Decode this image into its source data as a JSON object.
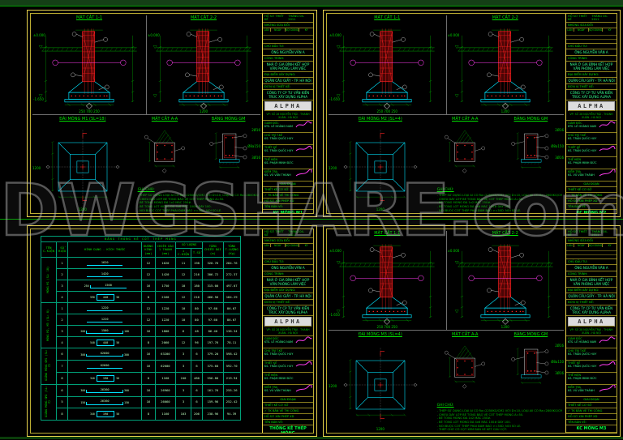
{
  "watermark": "DWGSHARE.com",
  "labels": {
    "section1": "MẶT CẮT 1-1",
    "section2": "MẶT CẮT 2-2",
    "detailA": "MẶT CẮT A-A",
    "detailB": "BẢNG MÓNG GM",
    "notes_title": "GHI CHÚ:",
    "notes": [
      "THÉP SỬ DỤNG LOẠI AI CÓ Ra=2250KG/CM2 VỚI D<10, LOẠI AII CÓ Ra=2800KG/CM2 VỚI D>=10.",
      "CHIỀU DÀY LỚP BÊ TÔNG BẢO VỆ CỐT THÉP MÓNG A=50.",
      "BÊ TÔNG MÓNG ĐÁ 1x2 MÁC 250#.",
      "BÊ TÔNG LÓT MÓNG ĐÁ 4x6 MÁC 100# DÀY 100.",
      "NỐI BUỘC CỐT THÉP PHẢI ĐẢM BẢO >=30D, NỐI SO LE.",
      "THÉP CHỜ CỔ CỘT XEM BẢN VẼ KẾT CẤU CỘT.",
      "KÍCH THƯỚC CHƯA GHI XEM BẢN VẼ KIẾN TRÚC.",
      "CAO ĐỘ ĐÁY MÓNG CÓ THỂ THAY ĐỔI THEO ĐỊA CHẤT THỰC TẾ."
    ],
    "lvl_top": "±0.000",
    "lvl_bot": "-1.650",
    "dim_b": "250 700 250",
    "dim_o": "1200",
    "plan_dim": "1200",
    "plan_dim_side": "1200",
    "bar_top": "2Ø16",
    "bar_stirrup": "Ø8a150",
    "bar_bot": "3Ø16"
  },
  "sheets": {
    "tl": {
      "plan_title": "ĐÀI MÓNG M1 (SL=18)",
      "drawing_name": "KC MÓNG M1",
      "scale": "TỶ LỆ: 1/25",
      "sheet_no": "KC-02"
    },
    "tr": {
      "plan_title": "ĐÀI MÓNG M2 (SL=4)",
      "drawing_name": "KC MÓNG M2",
      "scale": "TỶ LỆ: 1/25",
      "sheet_no": "KC-03"
    },
    "br": {
      "plan_title": "ĐÀI MÓNG M3 (SL=4)",
      "drawing_name": "KC MÓNG M3",
      "scale": "TỶ LỆ: 1/25",
      "sheet_no": "KC-04"
    },
    "bl": {
      "drawing_name": "THỐNG KÊ THÉP MÓNG",
      "scale": "TỶ LỆ: 1/20",
      "sheet_no": "KC-05"
    }
  },
  "titleblock": {
    "h_left": "HỒ SƠ THIẾT KẾ",
    "h_right": "THÁNG 04-2011",
    "rev_title": "NHỮNG SỬA ĐỔI",
    "rev_cols": [
      "LẦN",
      "NGÀY",
      "NỘI DUNG SỬA ĐỔI",
      "KÝ"
    ],
    "investor_label": "CHỦ ĐẦU TƯ:",
    "investor": "ÔNG NGUYỄN VĂN A",
    "project_label": "CÔNG TRÌNH:",
    "project": "NHÀ Ở GIA ĐÌNH KẾT HỢP VĂN PHÒNG LÀM VIỆC",
    "location_label": "ĐỊA ĐIỂM XÂY DỰNG:",
    "location": "QUẬN CẦU GIẤY - TP. HÀ NỘI",
    "consultant_label": "ĐƠN VỊ THIẾT KẾ:",
    "consultant": "CÔNG TY CP TƯ VẤN KIẾN TRÚC XÂY DỰNG ALPHA",
    "logo": "ALPHA",
    "address": "VP: SỐ 28 NGUYỄN TRÃI - THANH XUÂN - HÀ NỘI",
    "sigs": [
      {
        "role": "GIÁM ĐỐC",
        "name": "KTS. LÊ HOÀNG NAM"
      },
      {
        "role": "CHỦ TRÌ T.KẾ",
        "name": "KS. TRẦN QUỐC HUY"
      },
      {
        "role": "THIẾT KẾ",
        "name": "KS. TRẦN QUỐC HUY"
      },
      {
        "role": "THỂ HIỆN",
        "name": "KS. PHẠM MINH ĐỨC"
      },
      {
        "role": "KIỂM TRA",
        "name": "KS. VŨ VĂN THÀNH"
      }
    ],
    "stage_label": "GIAI ĐOẠN",
    "stages": [
      "THIẾT KẾ CƠ SỞ",
      "✓ TK BẢN VẼ THI CÔNG",
      "HỒ SƠ XIN PHÉP XD"
    ],
    "name_label": "TÊN BẢN VẼ:"
  },
  "table": {
    "title": "BẢNG THỐNG KÊ CỐT THÉP MÓNG",
    "cols": {
      "name": "TÊN\nC.KIỆN",
      "no": "SỐ\nHIỆU",
      "shape": "HÌNH DẠNG - KÍCH THƯỚC",
      "dia": "ĐƯỜNG\nKÍNH\n(mm)",
      "len": "CHIỀU DÀI\n1 THANH\n(mm)",
      "qty": "SỐ LƯỢNG",
      "q1": "1\nC.KIỆN",
      "qt": "T.SỐ",
      "tlen": "TỔNG\nCHIỀU DÀI\n(m)",
      "twgt": "TỔNG\nT.LƯỢNG\n(Kg)"
    },
    "groups": [
      {
        "label": "MÓNG M1 (SL: 18)",
        "rows": [
          {
            "no": "1",
            "kind": "line",
            "s1": "",
            "s2": "1620",
            "s3": "",
            "d": "12",
            "len": "1620",
            "q1": "11",
            "qt": "198",
            "tl": "320.76",
            "tw": "284.76"
          },
          {
            "no": "2",
            "kind": "line",
            "s1": "",
            "s2": "1420",
            "s3": "",
            "d": "12",
            "len": "1420",
            "q1": "12",
            "qt": "216",
            "tl": "306.72",
            "tw": "272.37"
          },
          {
            "no": "3",
            "kind": "line",
            "s1": "250",
            "s2": "1500",
            "s3": "",
            "d": "16",
            "len": "1750",
            "q1": "10",
            "qt": "180",
            "tl": "315.00",
            "tw": "497.07"
          },
          {
            "no": "4",
            "kind": "rect",
            "s1": "590",
            "s2": "440",
            "s3": "50",
            "d": "8",
            "len": "2160",
            "q1": "12",
            "qt": "216",
            "tl": "466.56",
            "tw": "184.29"
          }
        ]
      },
      {
        "label": "MÓNG M2, M3 (SL: 8)",
        "rows": [
          {
            "no": "1",
            "kind": "line",
            "s1": "",
            "s2": "1220",
            "s3": "",
            "d": "12",
            "len": "1220",
            "q1": "10",
            "qt": "80",
            "tl": "97.60",
            "tw": "86.67"
          },
          {
            "no": "2",
            "kind": "line",
            "s1": "",
            "s2": "1220",
            "s3": "",
            "d": "12",
            "len": "1220",
            "q1": "10",
            "qt": "80",
            "tl": "97.60",
            "tw": "86.67"
          },
          {
            "no": "3",
            "kind": "line",
            "s1": "200",
            "s2": "1500",
            "s3": "100",
            "d": "16",
            "len": "1800",
            "q1": "6",
            "qt": "48",
            "tl": "86.40",
            "tw": "136.34"
          },
          {
            "no": "4",
            "kind": "rect",
            "s1": "540",
            "s2": "440",
            "s3": "50",
            "d": "8",
            "len": "2060",
            "q1": "12",
            "qt": "96",
            "tl": "197.76",
            "tw": "78.11"
          }
        ]
      },
      {
        "label": "GIẰNG MÓNG GM1 (SL: 2)",
        "rows": [
          {
            "no": "6",
            "kind": "line",
            "s1": "300",
            "s2": "62600",
            "s3": "300",
            "d": "16",
            "len": "63200",
            "q1": "3",
            "qt": "6",
            "tl": "379.20",
            "tw": "598.42"
          },
          {
            "no": "7",
            "kind": "line",
            "s1": "",
            "s2": "62600",
            "s3": "",
            "d": "16",
            "len": "62600",
            "q1": "3",
            "qt": "6",
            "tl": "375.60",
            "tw": "592.70"
          },
          {
            "no": "8",
            "kind": "rect",
            "s1": "340",
            "s2": "190",
            "s3": "50",
            "d": "8",
            "len": "1160",
            "q1": "240",
            "qt": "480",
            "tl": "556.80",
            "tw": "219.94"
          }
        ]
      },
      {
        "label": "GIẰNG MÓNG GM2 (SL: 2)",
        "rows": [
          {
            "no": "6",
            "kind": "line",
            "s1": "300",
            "s2": "26360",
            "s3": "300",
            "d": "16",
            "len": "26960",
            "q1": "3",
            "qt": "6",
            "tl": "161.76",
            "tw": "255.26"
          },
          {
            "no": "5",
            "kind": "line",
            "s1": "150",
            "s2": "26360",
            "s3": "150",
            "d": "16",
            "len": "26660",
            "q1": "3",
            "qt": "6",
            "tl": "159.96",
            "tw": "252.42"
          },
          {
            "no": "8",
            "kind": "rect",
            "s1": "340",
            "s2": "190",
            "s3": "50",
            "d": "8",
            "len": "1160",
            "q1": "103",
            "qt": "206",
            "tl": "238.96",
            "tw": "94.39"
          }
        ]
      }
    ]
  }
}
